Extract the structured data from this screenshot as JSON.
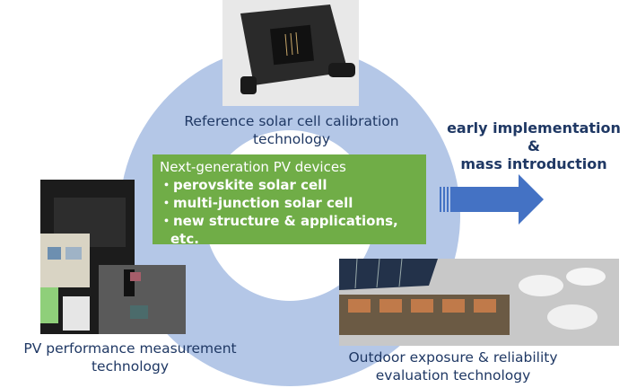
{
  "ring_labels": {
    "top": "Reference solar cell calibration technology",
    "left": "PV performance measurement technology",
    "right": "Outdoor exposure & reliability evaluation technology"
  },
  "center_box": {
    "title": "Next-generation PV devices",
    "items": [
      "・perovskite solar cell",
      "・multi-junction solar cell",
      "・new structure & applications,",
      "etc."
    ]
  },
  "callout": {
    "line1": "early implementation",
    "line2": "&",
    "line3": "mass introduction"
  },
  "colors": {
    "ring": "#b4c7e7",
    "box": "#70ad47",
    "arrow": "#4472c4",
    "text": "#1f3864"
  }
}
